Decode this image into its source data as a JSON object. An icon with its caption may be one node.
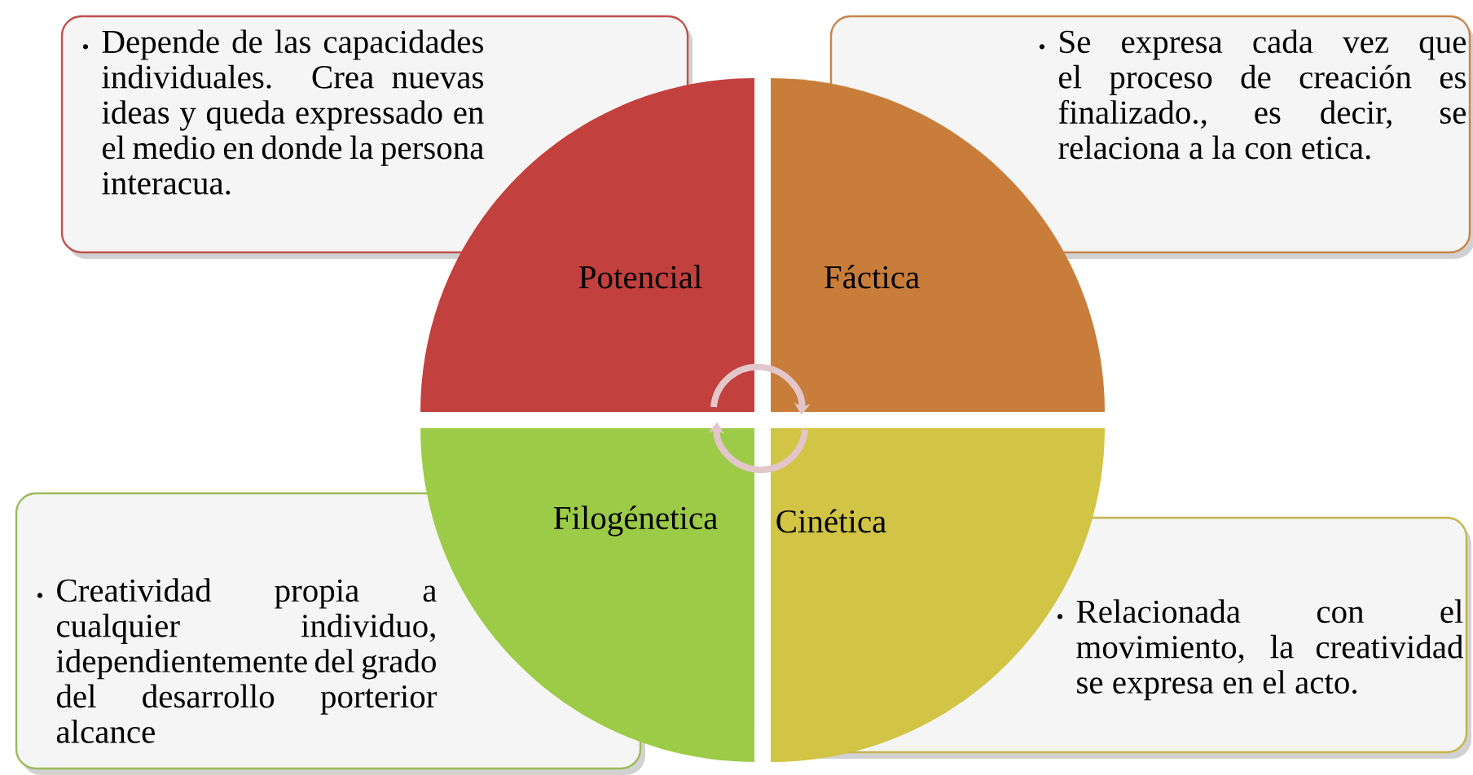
{
  "diagram": {
    "nodes": [
      {
        "text": [
          "Depende de las capacidades individuales. Crea nuevas ideas y queda expressado en el medio en donde la persona interacua."
        ]
      },
      {
        "text": [
          "Se expresa cada vez que el proceso de creación es finalizado., es decir, se relaciona a la con etica."
        ]
      },
      {
        "text": [
          "Potencial"
        ]
      },
      {
        "text": [
          "Fáctica"
        ]
      },
      {
        "text": [
          "Filogénetica"
        ]
      },
      {
        "text": [
          "Cinética"
        ]
      },
      {
        "text": [
          "Creatividad propia a cualquier individuo, idependientemente del grado del desarrollo porterior alcance"
        ]
      },
      {
        "text": [
          "Relacionada con el movimiento, la creatividad se expresa en el acto."
        ]
      }
    ],
    "edges": [
      {
        "from": 2,
        "to": 3,
        "arrow": "to"
      },
      {
        "from": 5,
        "to": 4,
        "arrow": "to"
      }
    ],
    "labels": [
      "•",
      "•",
      "•",
      "•"
    ]
  }
}
